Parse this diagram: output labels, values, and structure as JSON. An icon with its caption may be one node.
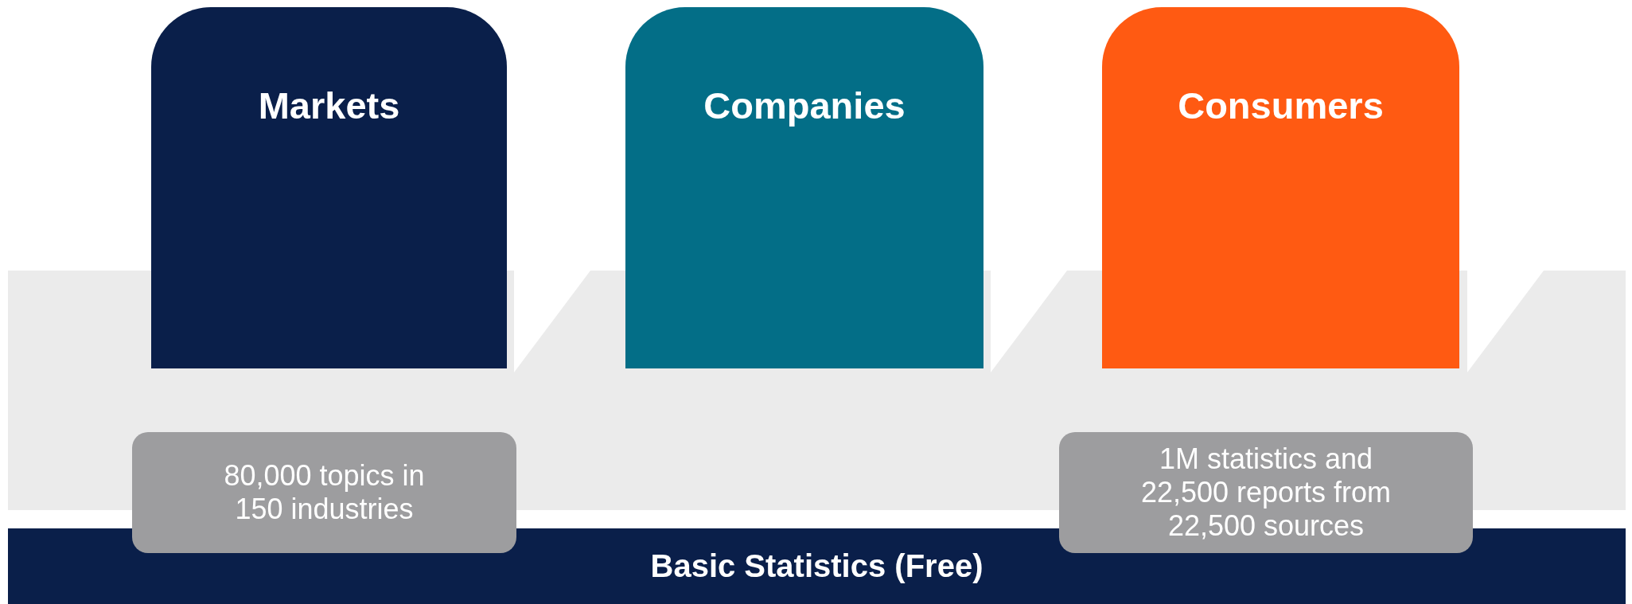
{
  "diagram": {
    "nodes": [
      {
        "text": [
          "Markets"
        ]
      },
      {
        "text": [
          "Companies"
        ]
      },
      {
        "text": [
          "Consumers"
        ]
      },
      {
        "text": [
          "80,000 topics in 150 industries"
        ]
      },
      {
        "text": [
          "1M statistics and 22,500 reports from 22,500 sources"
        ]
      },
      {
        "text": [
          "Basic Statistics (Free)"
        ]
      }
    ]
  }
}
